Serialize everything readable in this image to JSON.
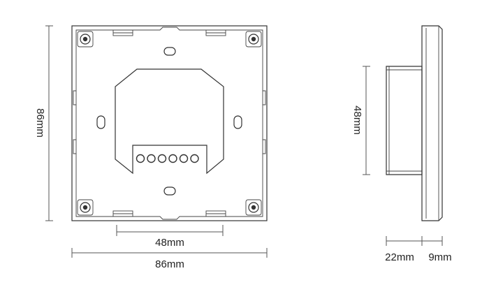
{
  "diagram": {
    "front_view": {
      "height_label": "86mm",
      "width_label": "86mm",
      "inner_width_label": "48mm",
      "terminal_count": 6
    },
    "side_view": {
      "height_label": "48mm",
      "depth_label": "22mm",
      "plate_label": "9mm"
    }
  }
}
